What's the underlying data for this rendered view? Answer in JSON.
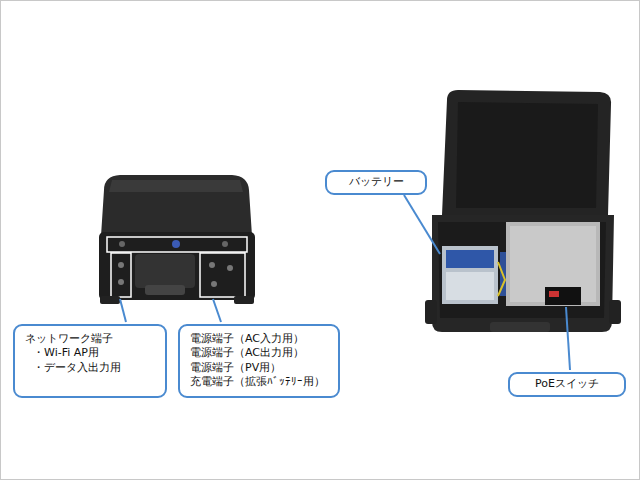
{
  "diagram": {
    "nodes": [
      {
        "text": [
          "バッテリー"
        ]
      },
      {
        "text": [
          "ネットワーク端子",
          "・Wi-Fi AP用",
          "・データ入出力用"
        ]
      },
      {
        "text": [
          "電源端子（AC入力用）",
          "電源端子（AC出力用）",
          "電源端子（PV用）",
          "充電端子（拡張ﾊﾞｯﾃﾘｰ用）"
        ]
      },
      {
        "text": [
          "PoEスイッチ"
        ]
      }
    ]
  }
}
